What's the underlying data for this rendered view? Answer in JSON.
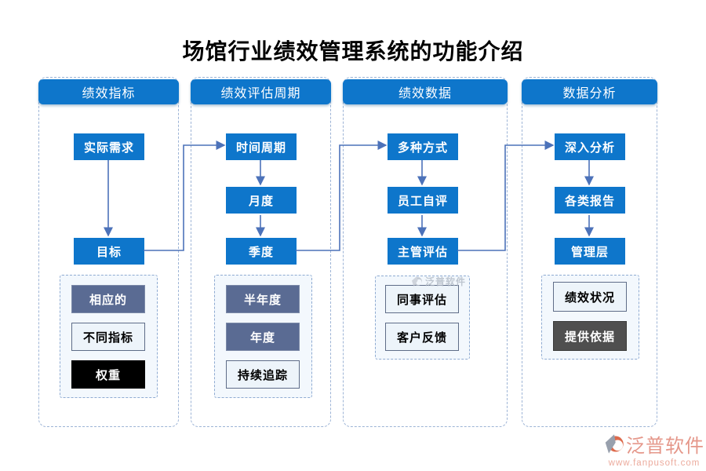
{
  "title": "场馆行业绩效管理系统的功能介绍",
  "palette": {
    "primary_blue": "#0e76cb",
    "slate": "#5a6b93",
    "light_fill": "#edf4fa",
    "black": "#000000",
    "dark_gray": "#4f4f4f",
    "arrow_blue": "#4c72b9",
    "dashed_border": "#9db4d6",
    "brand_red": "#e5978a"
  },
  "columns": [
    {
      "header": "绩效指标",
      "flow": [
        {
          "label": "实际需求"
        },
        {
          "label": "目标"
        }
      ],
      "sub": [
        {
          "label": "相应的"
        },
        {
          "label": "不同指标"
        },
        {
          "label": "权重"
        }
      ]
    },
    {
      "header": "绩效评估周期",
      "flow": [
        {
          "label": "时间周期"
        },
        {
          "label": "月度"
        },
        {
          "label": "季度"
        }
      ],
      "sub": [
        {
          "label": "半年度"
        },
        {
          "label": "年度"
        },
        {
          "label": "持续追踪"
        }
      ]
    },
    {
      "header": "绩效数据",
      "flow": [
        {
          "label": "多种方式"
        },
        {
          "label": "员工自评"
        },
        {
          "label": "主管评估"
        }
      ],
      "sub": [
        {
          "label": "同事评估"
        },
        {
          "label": "客户反馈"
        }
      ]
    },
    {
      "header": "数据分析",
      "flow": [
        {
          "label": "深入分析"
        },
        {
          "label": "各类报告"
        },
        {
          "label": "管理层"
        }
      ],
      "sub": [
        {
          "label": "绩效状况"
        },
        {
          "label": "提供依据"
        }
      ]
    }
  ],
  "watermark": {
    "brand": "泛普软件"
  },
  "footer_logo": {
    "brand": "泛普软件",
    "url": "www.fanpusoft.com"
  }
}
